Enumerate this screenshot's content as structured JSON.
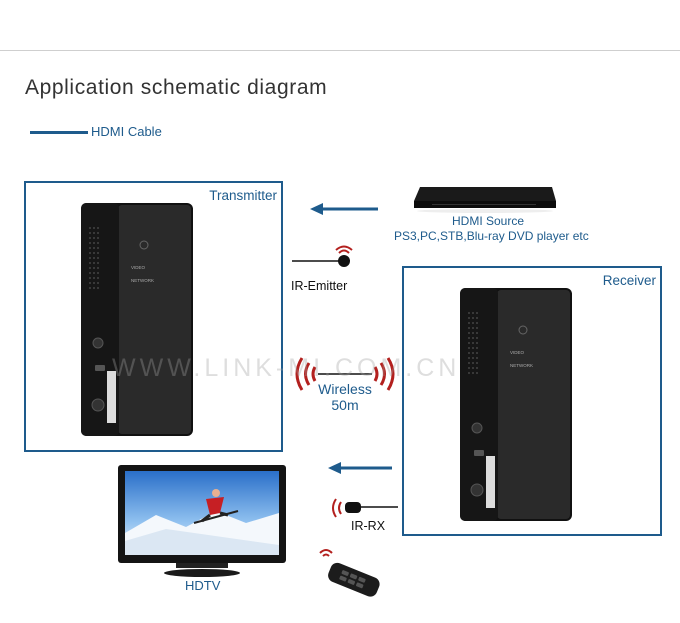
{
  "title": "Application schematic diagram",
  "legend": {
    "label": "HDMI Cable"
  },
  "transmitter": {
    "label": "Transmitter",
    "video_label": "VIDEO",
    "network_label": "NETWORK"
  },
  "receiver": {
    "label": "Receiver",
    "video_label": "VIDEO",
    "network_label": "NETWORK"
  },
  "source": {
    "name": "HDMI Source",
    "description": "PS3,PC,STB,Blu-ray DVD player etc"
  },
  "ir_emitter": {
    "label": "IR-Emitter"
  },
  "ir_rx": {
    "label": "IR-RX"
  },
  "wireless": {
    "label": "Wireless",
    "range": "50m"
  },
  "hdtv": {
    "label": "HDTV"
  },
  "watermark": "WWW.LINK-MI.COM.CN",
  "colors": {
    "accent": "#1e5b8c",
    "signal_red": "#b3201e",
    "device": "#1a1a1a"
  }
}
